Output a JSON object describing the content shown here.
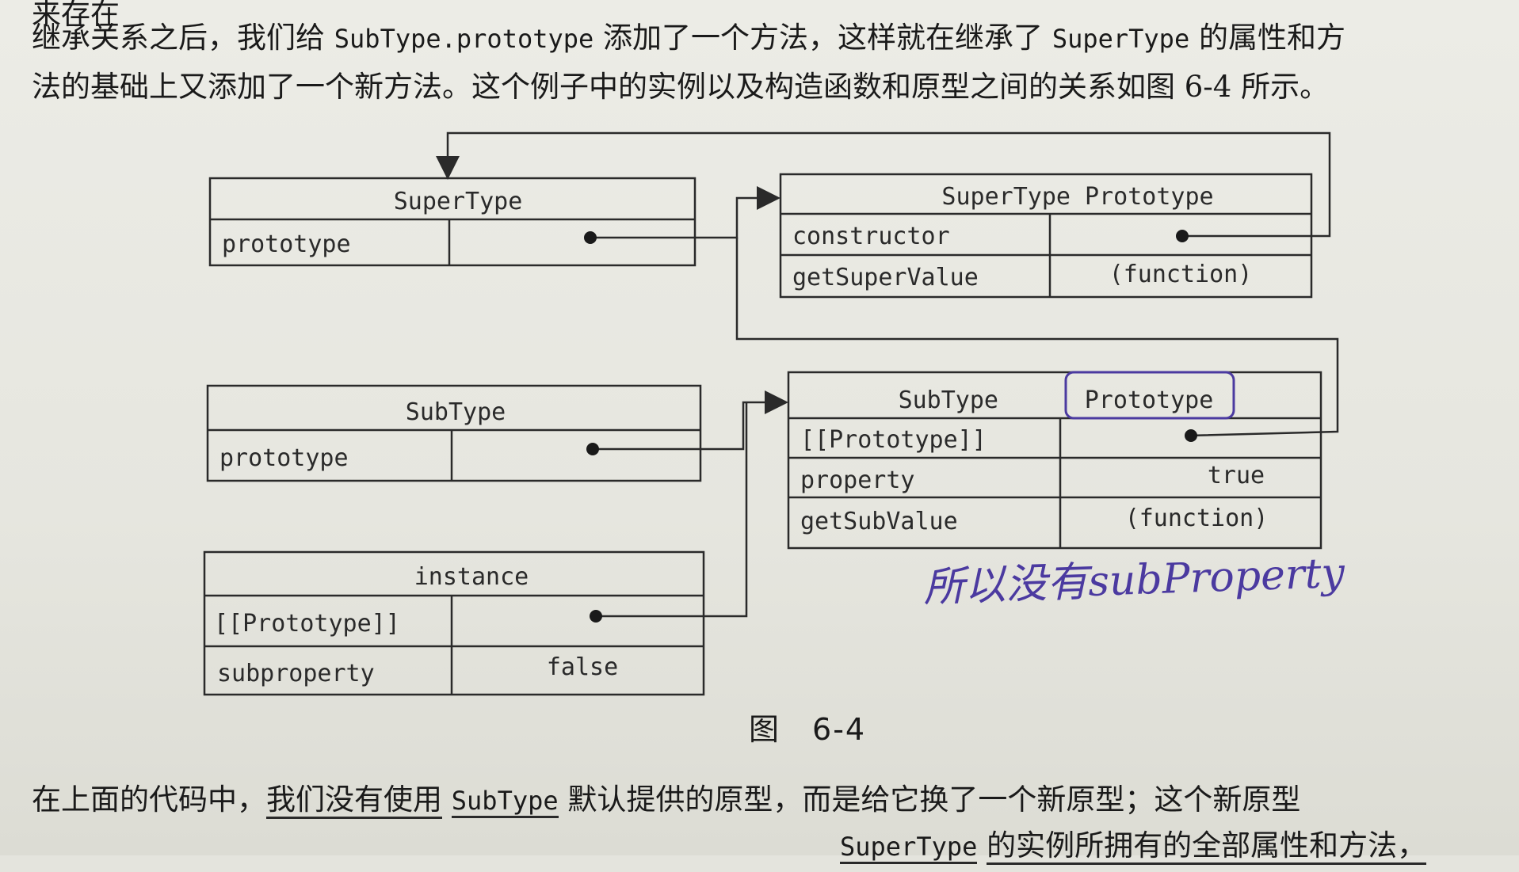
{
  "text": {
    "top_cut": "来存在",
    "para1_line1_a": "继承关系之后，我们给",
    "para1_line1_code": "SubType.prototype",
    "para1_line1_b": "添加了一个方法，这样就在继承了",
    "para1_line1_code2": "SuperType",
    "para1_line1_c": "的属性和方",
    "para1_line2": "法的基础上又添加了一个新方法。这个例子中的实例以及构造函数和原型之间的关系如图 6-4 所示。",
    "caption_label": "图",
    "caption_num": "6-4",
    "para2_line1_a": "在上面的代码中，",
    "para2_line1_b": "我们没有使用",
    "para2_line1_code": "SubType",
    "para2_line1_c": "默认提供的原型，而是给它换了一个新原型；这个新原型",
    "para2_line2_a": "",
    "para2_line2_code": "SuperType",
    "para2_line2_b": "的实例所拥有的全部属性和方法，"
  },
  "diagram": {
    "supertype": {
      "title": "SuperType",
      "row1_key": "prototype"
    },
    "supertype_prototype": {
      "title": "SuperType Prototype",
      "row1_key": "constructor",
      "row2_key": "getSuperValue",
      "row2_val": "(function)"
    },
    "subtype": {
      "title": "SubType",
      "row1_key": "prototype"
    },
    "subtype_prototype": {
      "title_a": "SubType",
      "title_b": "Prototype",
      "row1_key": "[[Prototype]]",
      "row2_key": "property",
      "row2_val": "true",
      "row3_key": "getSubValue",
      "row3_val": "(function)"
    },
    "instance": {
      "title": "instance",
      "row1_key": "[[Prototype]]",
      "row2_key": "subproperty",
      "row2_val": "false"
    }
  },
  "handwritten_note": "所以没有subProperty",
  "colors": {
    "ink": "#2a2a2a",
    "handwriting": "#4b3aa0",
    "paper": "#e6e6df"
  }
}
